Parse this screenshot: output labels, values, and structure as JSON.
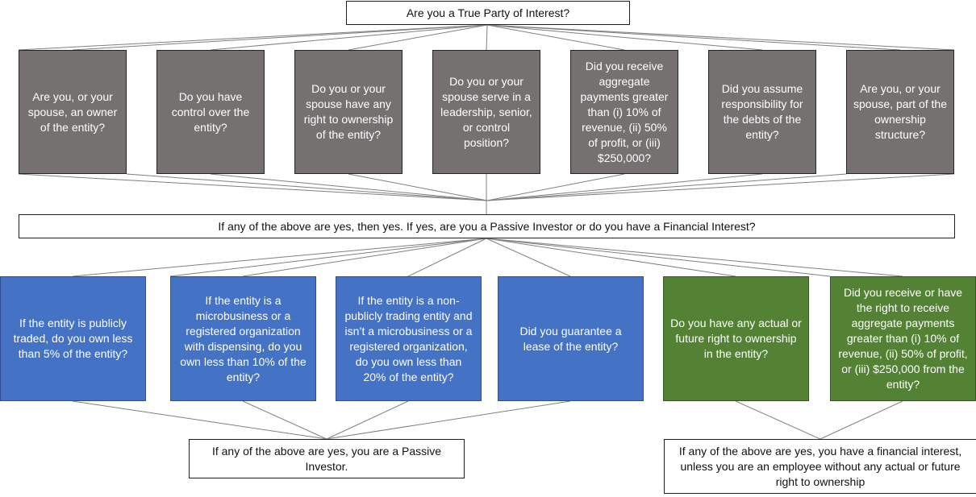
{
  "root": {
    "text": "Are you a True Party of Interest?"
  },
  "questions": [
    "Are you, or your spouse, an owner of the entity?",
    "Do you have control over the entity?",
    "Do you or your spouse have any right to ownership of the entity?",
    "Do you or your spouse serve in a leadership, senior, or control position?",
    "Did you receive aggregate payments greater than (i) 10% of revenue, (ii) 50% of profit, or (iii) $250,000?",
    "Did you assume responsibility for the debts of the entity?",
    "Are you, or your spouse, part of the ownership structure?"
  ],
  "mid_summary": {
    "text": "If any of the above are yes, then yes. If yes, are you a Passive Investor or do you have a Financial Interest?"
  },
  "passive_questions": [
    "If the entity is publicly traded, do you own less than 5% of the entity?",
    "If the entity is a microbusiness or a registered organization with dispensing, do you own less than 10% of the entity?",
    "If the entity is a non-publicly trading entity and isn’t a microbusiness or a registered organization, do you own less than 20% of the entity?",
    "Did you guarantee a lease of the entity?"
  ],
  "financial_questions": [
    "Do you have any actual or future right to ownership in the entity?",
    "Did you receive or have the right to receive aggregate payments greater than (i) 10% of revenue, (ii) 50% of profit, or (iii) $250,000 from the entity?"
  ],
  "passive_summary": {
    "text": "If any of the above are yes, you are a Passive Investor."
  },
  "financial_summary": {
    "text": "If any of the above are yes, you have a financial interest, unless you are an employee without any actual or future right to ownership"
  },
  "colors": {
    "question_fill": "#767171",
    "passive_fill": "#4472c4",
    "financial_fill": "#548235",
    "connector": "#7f7f7f"
  }
}
